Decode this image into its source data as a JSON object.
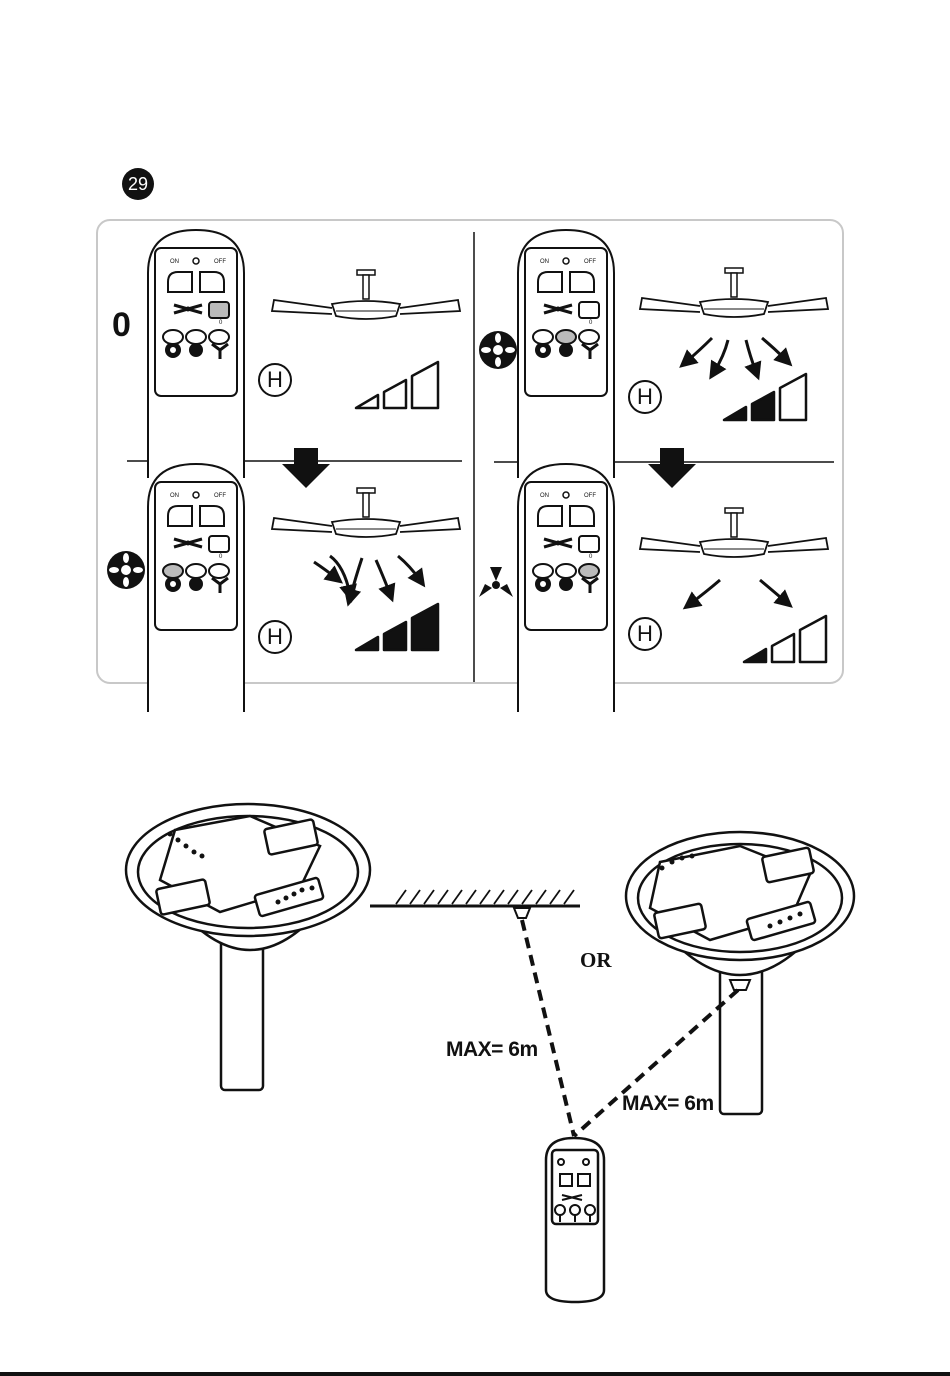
{
  "step_number": "29",
  "panel": {
    "start_label": "0",
    "high_label": "H",
    "remote_on_label": "ON",
    "remote_off_label": "OFF"
  },
  "installation": {
    "or_label": "OR",
    "distance_label_1": "MAX= 6m",
    "distance_label_2": "MAX= 6m"
  }
}
